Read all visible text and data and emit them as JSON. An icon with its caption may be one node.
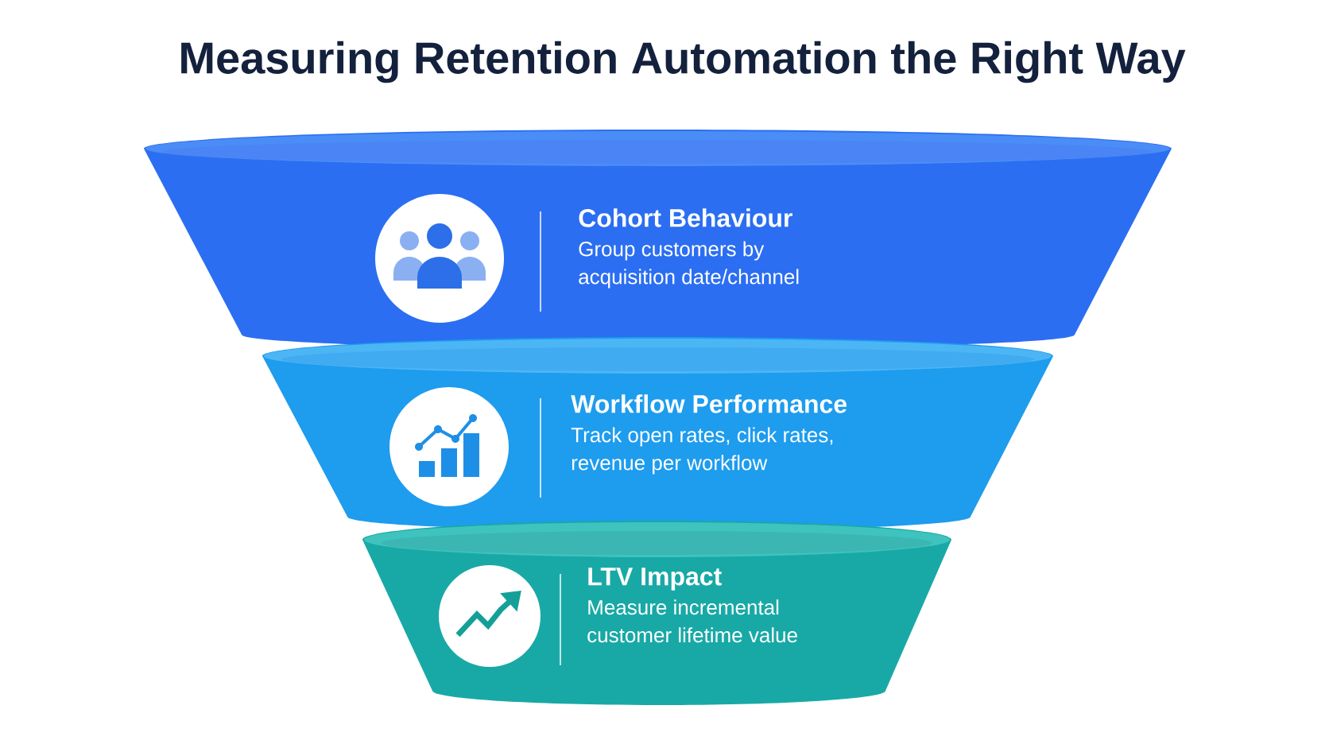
{
  "diagram": {
    "title": "Measuring Retention Automation the Right Way",
    "nodes": [
      {
        "text": [
          "Cohort Behaviour",
          "Group customers by acquisition date/channel"
        ]
      },
      {
        "text": [
          "Workflow Performance",
          "Track open rates, click rates, revenue per workflow"
        ]
      },
      {
        "text": [
          "LTV Impact",
          "Measure incremental customer lifetime value"
        ]
      }
    ]
  }
}
